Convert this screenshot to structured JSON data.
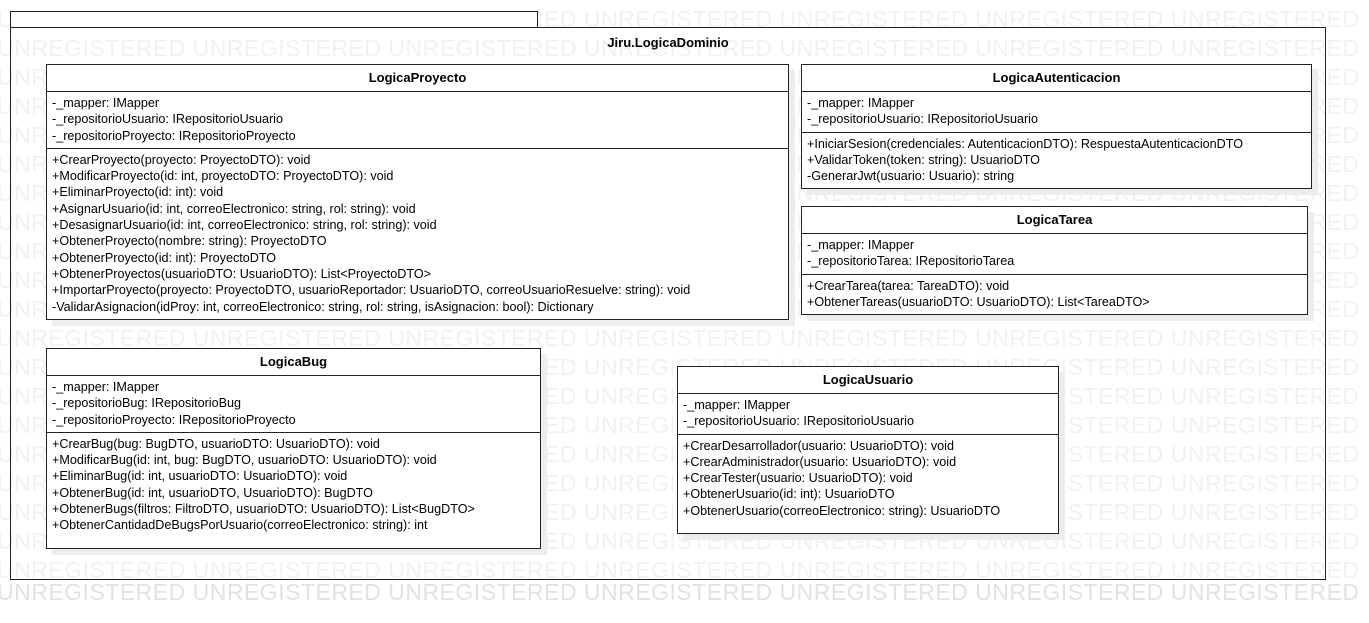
{
  "watermark": {
    "text": "UNREGISTERED UNREGISTERED UNREGISTERED UNREGISTERED UNREGISTERED UNREGISTERED UNREGISTERED",
    "color": "#f1f1f1"
  },
  "package": {
    "name": "Jiru.LogicaDominio"
  },
  "classes": {
    "logica_proyecto": {
      "name": "LogicaProyecto",
      "attributes": [
        "-_mapper: IMapper",
        "-_repositorioUsuario: IRepositorioUsuario",
        "-_repositorioProyecto: IRepositorioProyecto"
      ],
      "operations": [
        "+CrearProyecto(proyecto: ProyectoDTO): void",
        "+ModificarProyecto(id: int, proyectoDTO: ProyectoDTO): void",
        "+EliminarProyecto(id: int): void",
        "+AsignarUsuario(id: int, correoElectronico: string, rol: string): void",
        "+DesasignarUsuario(id: int, correoElectronico: string, rol: string): void",
        "+ObtenerProyecto(nombre: string): ProyectoDTO",
        "+ObtenerProyecto(id: int): ProyectoDTO",
        "+ObtenerProyectos(usuarioDTO: UsuarioDTO): List<ProyectoDTO>",
        "+ImportarProyecto(proyecto: ProyectoDTO, usuarioReportador: UsuarioDTO, correoUsuarioResuelve: string): void",
        "-ValidarAsignacion(idProy: int, correoElectronico: string, rol: string, isAsignacion: bool): Dictionary"
      ]
    },
    "logica_autenticacion": {
      "name": "LogicaAutenticacion",
      "attributes": [
        "-_mapper: IMapper",
        "-_repositorioUsuario: IRepositorioUsuario"
      ],
      "operations": [
        "+IniciarSesion(credenciales: AutenticacionDTO): RespuestaAutenticacionDTO",
        "+ValidarToken(token: string): UsuarioDTO",
        "-GenerarJwt(usuario: Usuario): string"
      ]
    },
    "logica_tarea": {
      "name": "LogicaTarea",
      "attributes": [
        "-_mapper: IMapper",
        "-_repositorioTarea: IRepositorioTarea"
      ],
      "operations": [
        "+CrearTarea(tarea: TareaDTO): void",
        "+ObtenerTareas(usuarioDTO: UsuarioDTO): List<TareaDTO>"
      ]
    },
    "logica_bug": {
      "name": "LogicaBug",
      "attributes": [
        "-_mapper: IMapper",
        "-_repositorioBug: IRepositorioBug",
        "-_repositorioProyecto: IRepositorioProyecto"
      ],
      "operations": [
        "+CrearBug(bug: BugDTO, usuarioDTO: UsuarioDTO): void",
        "+ModificarBug(id: int, bug: BugDTO, usuarioDTO: UsuarioDTO): void",
        "+EliminarBug(id: int, usuarioDTO: UsuarioDTO): void",
        "+ObtenerBug(id: int, usuarioDTO, UsuarioDTO): BugDTO",
        "+ObtenerBugs(filtros: FiltroDTO, usuarioDTO: UsuarioDTO): List<BugDTO>",
        "+ObtenerCantidadDeBugsPorUsuario(correoElectronico: string): int"
      ]
    },
    "logica_usuario": {
      "name": "LogicaUsuario",
      "attributes": [
        "-_mapper: IMapper",
        "-_repositorioUsuario: IRepositorioUsuario"
      ],
      "operations": [
        "+CrearDesarrollador(usuario: UsuarioDTO): void",
        "+CrearAdministrador(usuario: UsuarioDTO): void",
        "+CrearTester(usuario: UsuarioDTO): void",
        "+ObtenerUsuario(id: int): UsuarioDTO",
        "+ObtenerUsuario(correoElectronico: string): UsuarioDTO"
      ]
    }
  }
}
